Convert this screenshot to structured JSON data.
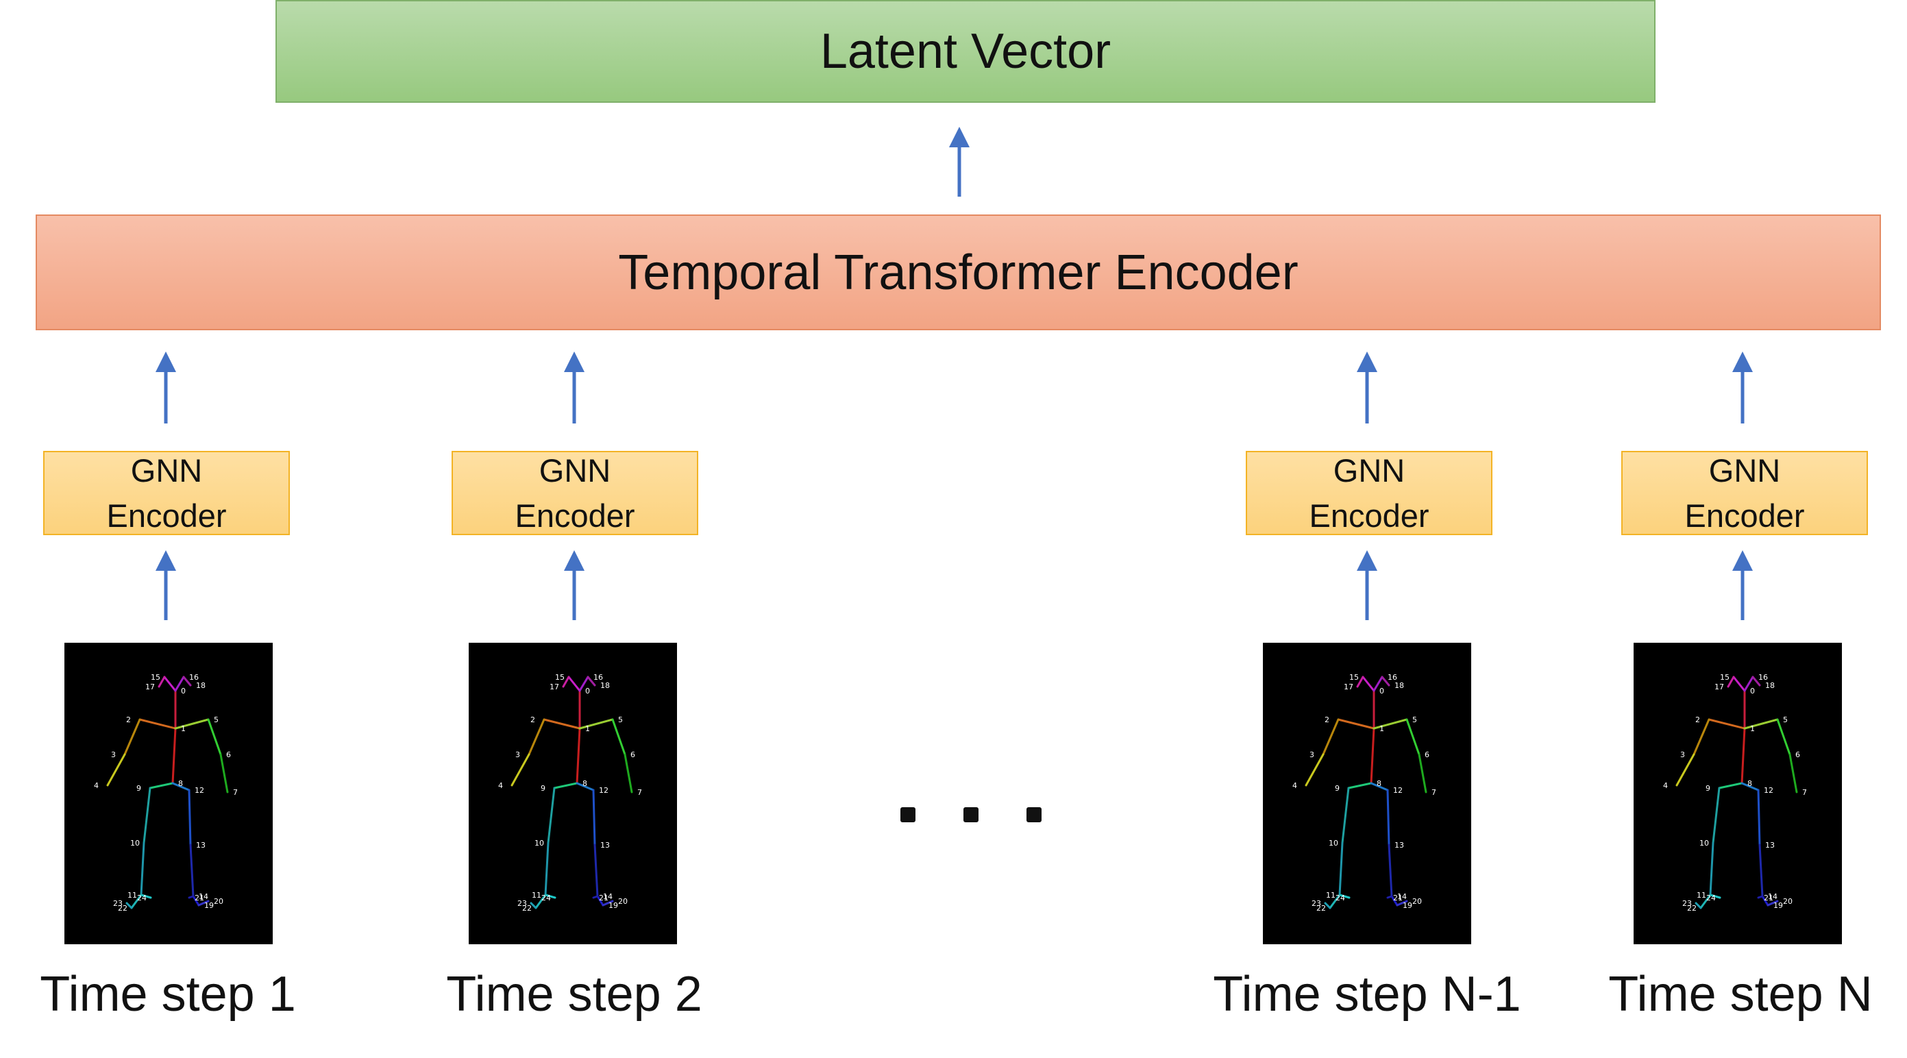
{
  "latent_label": "Latent Vector",
  "transformer_label": "Temporal Transformer Encoder",
  "gnn": {
    "line1": "GNN",
    "line2": "Encoder"
  },
  "columns": [
    {
      "caption": "Time step 1"
    },
    {
      "caption": "Time step 2"
    },
    {
      "caption": "Time step N-1"
    },
    {
      "caption": "Time step N"
    }
  ],
  "ellipsis": ". . .",
  "skeleton_joint_labels": [
    "0",
    "1",
    "2",
    "3",
    "4",
    "5",
    "6",
    "7",
    "8",
    "9",
    "10",
    "11",
    "12",
    "13",
    "14",
    "15",
    "16",
    "17",
    "18",
    "19",
    "20",
    "21",
    "22",
    "23",
    "24"
  ],
  "colors": {
    "arrow": "#4472c4",
    "latent_fill": "#a9d18e",
    "transformer_fill": "#f4b183",
    "gnn_fill": "#ffd966",
    "panel_bg": "#000000"
  }
}
